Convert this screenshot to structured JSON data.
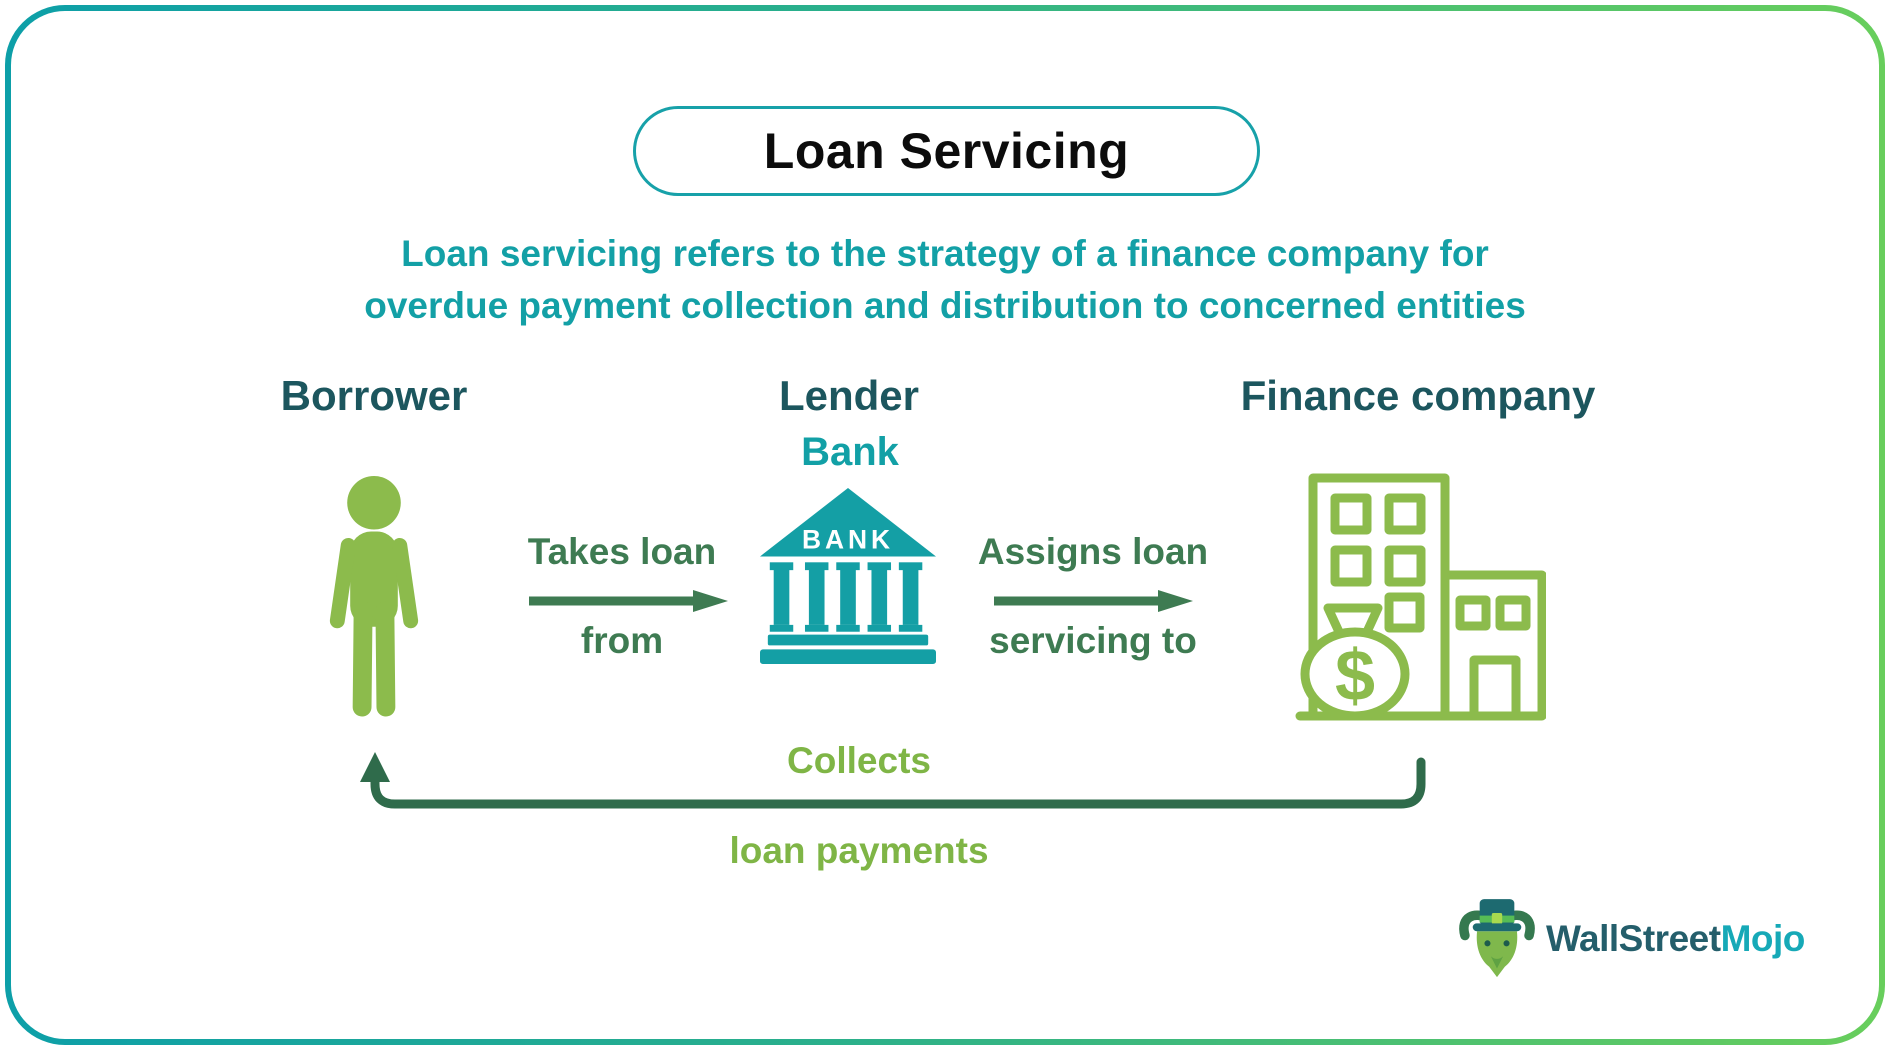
{
  "title": "Loan Servicing",
  "subtitle": {
    "line1": "Loan servicing refers to the strategy of a finance company for",
    "line2": "overdue payment collection and distribution to concerned entities"
  },
  "entities": [
    {
      "id": "borrower",
      "label": "Borrower",
      "icon": "person-icon"
    },
    {
      "id": "lender",
      "label": "Lender",
      "sublabel": "Bank",
      "icon": "bank-building-icon",
      "icon_text": "BANK"
    },
    {
      "id": "finance-company",
      "label": "Finance company",
      "icon": "office-building-money-bag-icon",
      "icon_symbol": "$"
    }
  ],
  "flows": {
    "takes_loan": {
      "line1": "Takes loan",
      "line2": "from",
      "icon": "arrow-right-icon"
    },
    "assigns_loan": {
      "line1": "Assigns loan",
      "line2": "servicing to",
      "icon": "arrow-right-icon"
    },
    "collects": {
      "line1": "Collects",
      "line2": "loan payments",
      "icon": "u-turn-return-arrow-icon"
    }
  },
  "brand": {
    "part1": "WallStreet",
    "part2": "Mojo",
    "icon": "bull-mascot-icon"
  },
  "colors": {
    "border_gradient_start": "#0d9fa8",
    "border_gradient_end": "#68ce5c",
    "teal": "#13a0a6",
    "dark_teal_heading": "#1c565e",
    "bank_icon_teal": "#149fa5",
    "lime_green_icon": "#8cbb4c",
    "flow_label_green": "#3e7b52",
    "return_arrow_green": "#2f6b4b",
    "collects_green": "#7fb546",
    "title_text": "#0c0c0c",
    "brand_dark": "#245e6b",
    "brand_teal": "#16a9b7"
  }
}
